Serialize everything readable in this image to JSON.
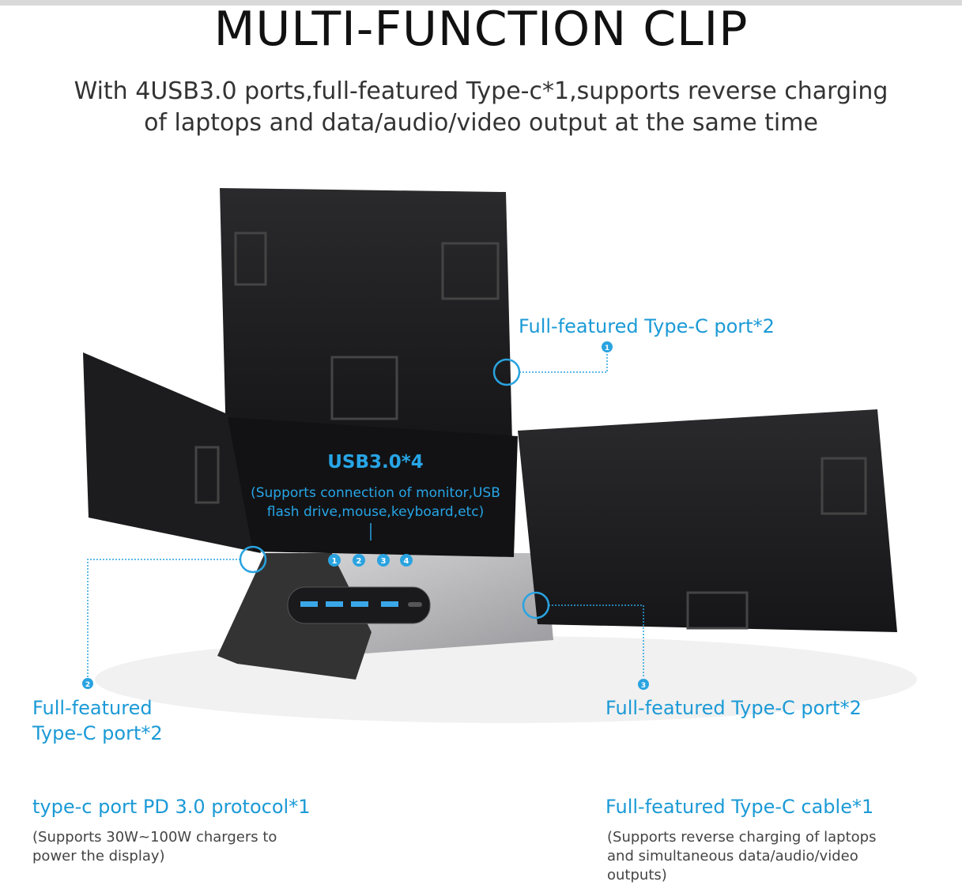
{
  "header": {
    "title": "MULTI-FUNCTION CLIP",
    "subtitle_line1": "With 4USB3.0 ports,full-featured Type-c*1,supports reverse charging",
    "subtitle_line2": "of laptops and data/audio/video output at the same time"
  },
  "callouts": {
    "usb_title": "USB3.0*4",
    "usb_desc_line1": "(Supports connection of monitor,USB",
    "usb_desc_line2": "flash drive,mouse,keyboard,etc)",
    "usb_numbers": [
      "1",
      "2",
      "3",
      "4"
    ],
    "port1_number": "1",
    "port1_label": "Full-featured Type-C port*2",
    "port2_number": "2",
    "port2_label_line1": "Full-featured",
    "port2_label_line2": "Type-C port*2",
    "port3_number": "3",
    "port3_label": "Full-featured Type-C port*2"
  },
  "features": [
    {
      "title": "type-c port PD 3.0 protocol*1",
      "desc_line1": "(Supports 30W~100W chargers to",
      "desc_line2": "power the display)"
    },
    {
      "title": "Full-featured Type-C cable*1",
      "desc_line1": "(Supports reverse charging of laptops",
      "desc_line2": "and simultaneous data/audio/video",
      "desc_line3": "outputs)"
    }
  ],
  "colors": {
    "accent": "#1b9ad6",
    "panel": "#1e1e20",
    "text": "#111111"
  }
}
